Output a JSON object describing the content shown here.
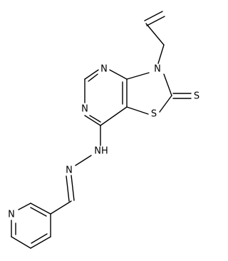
{
  "atoms": {
    "n_pyrimidine_top": "N",
    "n_pyrimidine_left": "N",
    "n_allyl": "N",
    "s_ring": "S",
    "s_thione": "S",
    "n_hydrazone_nh": "NH",
    "n_hydrazone": "N",
    "n_pyridine": "N"
  },
  "colors": {
    "bond": "#000000",
    "label": "#000000",
    "background": "#ffffff"
  }
}
